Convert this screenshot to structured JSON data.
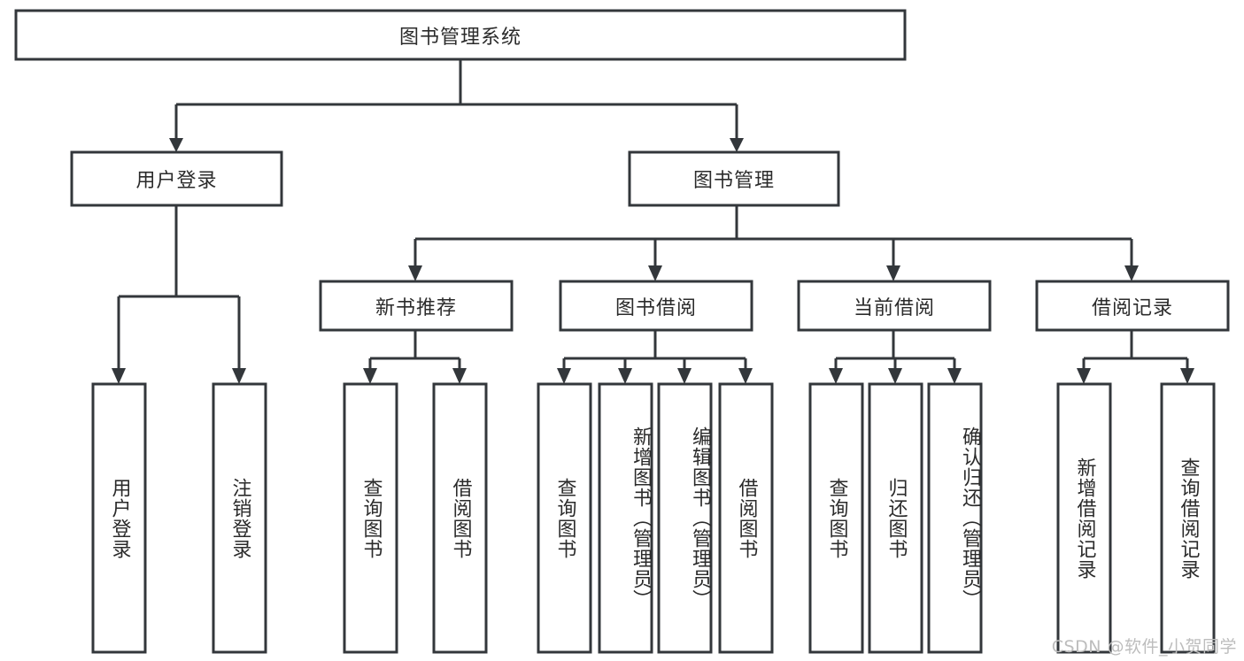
{
  "diagram": {
    "title": "图书管理系统",
    "type": "tree-hierarchy-diagram",
    "colors": {
      "stroke": "#33373b",
      "box_fill": "#ffffff",
      "text": "#2b2b2b",
      "background": "#ffffff",
      "watermark": "#bdbdbd"
    },
    "root": {
      "label": "图书管理系统"
    },
    "level2": [
      {
        "label": "用户登录"
      },
      {
        "label": "图书管理"
      }
    ],
    "level3": [
      {
        "label": "新书推荐"
      },
      {
        "label": "图书借阅"
      },
      {
        "label": "当前借阅"
      },
      {
        "label": "借阅记录"
      }
    ],
    "leaves_user_login": [
      {
        "label": "用户登录"
      },
      {
        "label": "注销登录"
      }
    ],
    "leaves_new_books": [
      {
        "label": "查询图书"
      },
      {
        "label": "借阅图书"
      }
    ],
    "leaves_book_borrow": [
      {
        "label": "查询图书"
      },
      {
        "label": "新增图书（管理员）"
      },
      {
        "label": "编辑图书（管理员）"
      },
      {
        "label": "借阅图书"
      }
    ],
    "leaves_current_borrow": [
      {
        "label": "查询图书"
      },
      {
        "label": "归还图书"
      },
      {
        "label": "确认归还（管理员）"
      }
    ],
    "leaves_borrow_records": [
      {
        "label": "新增借阅记录"
      },
      {
        "label": "查询借阅记录"
      }
    ]
  },
  "watermark": {
    "text": "CSDN @软件_小贺同学"
  }
}
